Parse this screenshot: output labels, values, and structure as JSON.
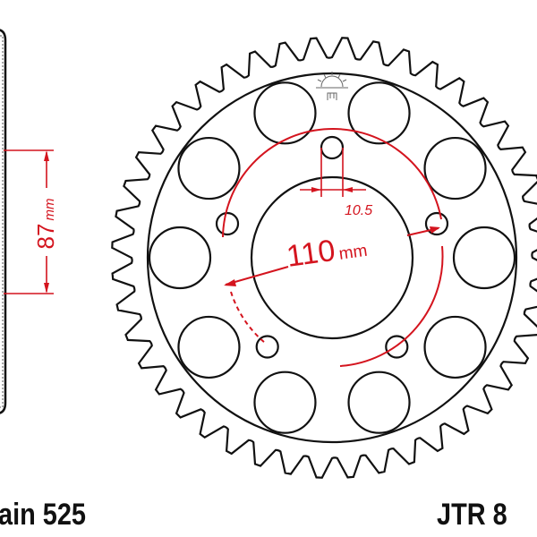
{
  "diagram": {
    "dimension_color": "#d4141e",
    "line_color": "#111111",
    "side_dimension": {
      "value": "87",
      "unit": "mm"
    },
    "pcd_dimension": {
      "value": "110",
      "unit": "mm"
    },
    "bolt_hole_dimension": {
      "value": "10.5"
    },
    "chain_label": "ain 525",
    "part_label": "JTR 8",
    "logo_icon": "sun-logo-icon"
  }
}
